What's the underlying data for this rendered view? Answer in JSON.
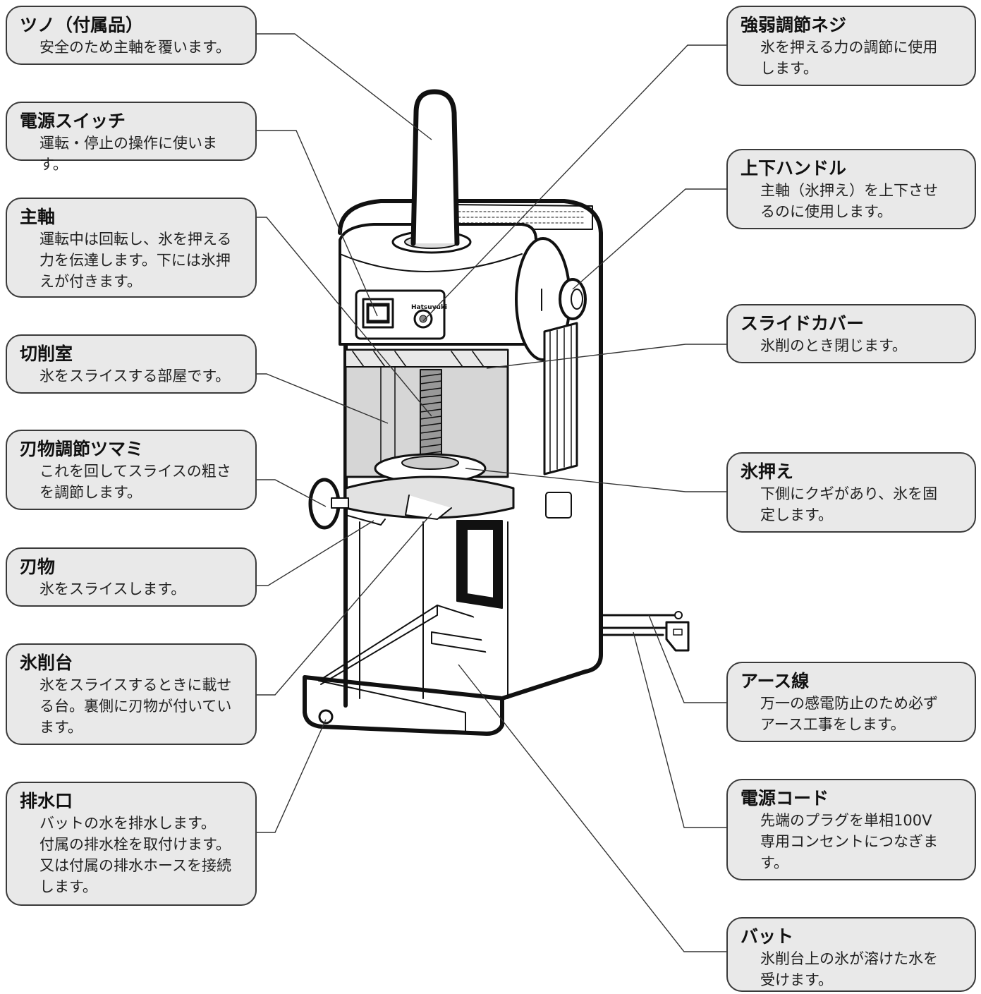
{
  "brand": "Hatsuyuki",
  "callouts": {
    "tsuno": {
      "title": "ツノ（付属品）",
      "desc": "安全のため主軸を覆います。"
    },
    "power_switch": {
      "title": "電源スイッチ",
      "desc": "運転・停止の操作に使います。"
    },
    "main_shaft": {
      "title": "主軸",
      "desc": "運転中は回転し、氷を押える\n力を伝達します。下には氷押\nえが付きます。"
    },
    "cutting_chamber": {
      "title": "切削室",
      "desc": "氷をスライスする部屋です。"
    },
    "blade_knob": {
      "title": "刃物調節ツマミ",
      "desc": "これを回してスライスの粗さ\nを調節します。"
    },
    "blade": {
      "title": "刃物",
      "desc": "氷をスライスします。"
    },
    "shaving_table": {
      "title": "氷削台",
      "desc": "氷をスライスするときに載せ\nる台。裏側に刃物が付いてい\nます。"
    },
    "drain": {
      "title": "排水口",
      "desc": "バットの水を排水します。\n付属の排水栓を取付けます。\n又は付属の排水ホースを接続\nします。"
    },
    "pressure_screw": {
      "title": "強弱調節ネジ",
      "desc": "氷を押える力の調節に使用\nします。"
    },
    "updown_handle": {
      "title": "上下ハンドル",
      "desc": "主軸（氷押え）を上下させ\nるのに使用します。"
    },
    "slide_cover": {
      "title": "スライドカバー",
      "desc": "氷削のとき閉じます。"
    },
    "ice_holder": {
      "title": "氷押え",
      "desc": "下側にクギがあり、氷を固\n定します。"
    },
    "ground_wire": {
      "title": "アース線",
      "desc": "万一の感電防止のため必ず\nアース工事をします。"
    },
    "power_cord": {
      "title": "電源コード",
      "desc": "先端のプラグを単相100V\n専用コンセントにつなぎま\nす。"
    },
    "tray": {
      "title": "バット",
      "desc": "氷削台上の氷が溶けた水を\n受けます。"
    }
  },
  "colors": {
    "callout_fill": "#e9e9e9",
    "chamber_fill": "#d6d6d6",
    "outline": "#111111"
  }
}
